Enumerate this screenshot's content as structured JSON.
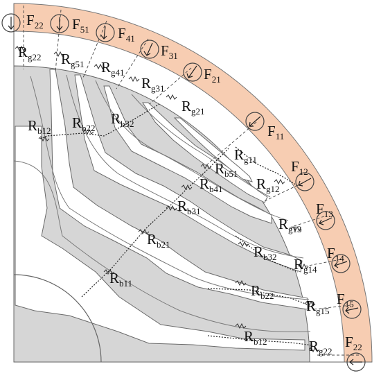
{
  "diagram": {
    "colors": {
      "stator_ring": "#f7cdb2",
      "iron": "#d6d6d6",
      "airgap": "#ffffff",
      "line": "#6a6a6a",
      "circuit": "#222222"
    },
    "mmf_sources": [
      {
        "main": "F",
        "sub": "22"
      },
      {
        "main": "F",
        "sub": "51"
      },
      {
        "main": "F",
        "sub": "41"
      },
      {
        "main": "F",
        "sub": "31"
      },
      {
        "main": "F",
        "sub": "21"
      },
      {
        "main": "F",
        "sub": "11"
      },
      {
        "main": "F",
        "sub": "12"
      },
      {
        "main": "F",
        "sub": "13"
      },
      {
        "main": "F",
        "sub": "14"
      },
      {
        "main": "F",
        "sub": "15"
      },
      {
        "main": "F",
        "sub": "22"
      }
    ],
    "gap_reluctances": [
      {
        "main": "R",
        "sub": "g22"
      },
      {
        "main": "R",
        "sub": "g51"
      },
      {
        "main": "R",
        "sub": "g41"
      },
      {
        "main": "R",
        "sub": "g31"
      },
      {
        "main": "R",
        "sub": "g21"
      },
      {
        "main": "R",
        "sub": "g11"
      },
      {
        "main": "R",
        "sub": "g12"
      },
      {
        "main": "R",
        "sub": "g13"
      },
      {
        "main": "R",
        "sub": "g14"
      },
      {
        "main": "R",
        "sub": "g15"
      },
      {
        "main": "R",
        "sub": "g22"
      }
    ],
    "bridge_reluctances": [
      {
        "main": "R",
        "sub": "b12"
      },
      {
        "main": "R",
        "sub": "b22"
      },
      {
        "main": "R",
        "sub": "b32"
      },
      {
        "main": "R",
        "sub": "b51"
      },
      {
        "main": "R",
        "sub": "b41"
      },
      {
        "main": "R",
        "sub": "b31"
      },
      {
        "main": "R",
        "sub": "b21"
      },
      {
        "main": "R",
        "sub": "b11"
      },
      {
        "main": "R",
        "sub": "b32"
      },
      {
        "main": "R",
        "sub": "b22"
      },
      {
        "main": "R",
        "sub": "b12"
      }
    ]
  }
}
